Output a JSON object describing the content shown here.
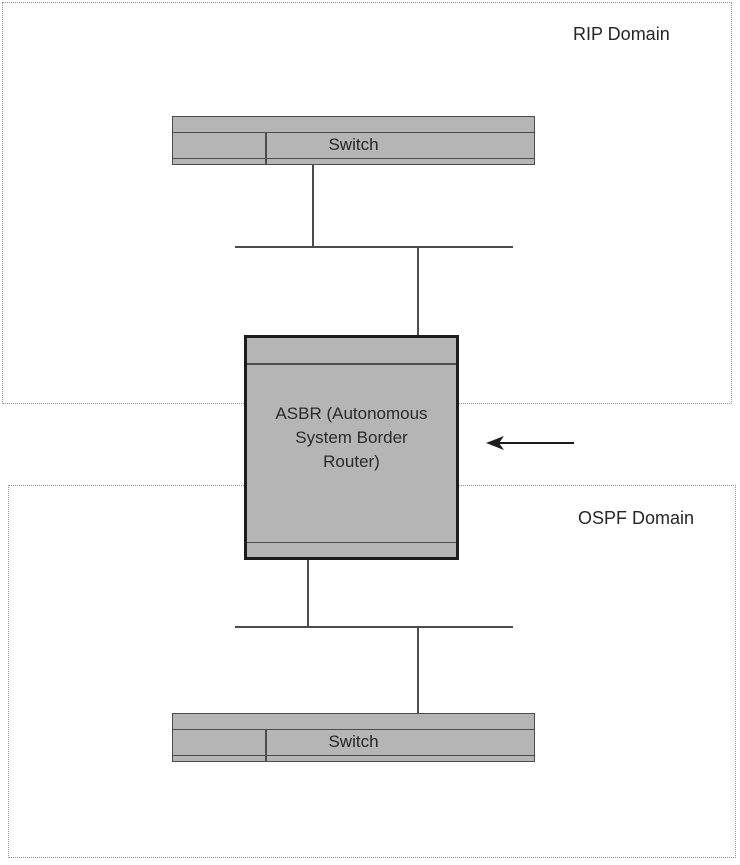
{
  "diagram": {
    "rip_domain": {
      "label": "RIP Domain"
    },
    "ospf_domain": {
      "label": "OSPF Domain"
    },
    "top_switch": {
      "label": "Switch"
    },
    "bottom_switch": {
      "label": "Switch"
    },
    "asbr": {
      "lines": [
        "ASBR (Autonomous",
        "System Border",
        "Router)"
      ]
    },
    "icons": {
      "arrow": "left-arrow"
    },
    "colors": {
      "box_fill": "#b5b5b5",
      "box_border": "#4c4c4c",
      "asbr_border": "#1c1c1c",
      "dotted_border": "#949494",
      "text": "#262626"
    }
  }
}
